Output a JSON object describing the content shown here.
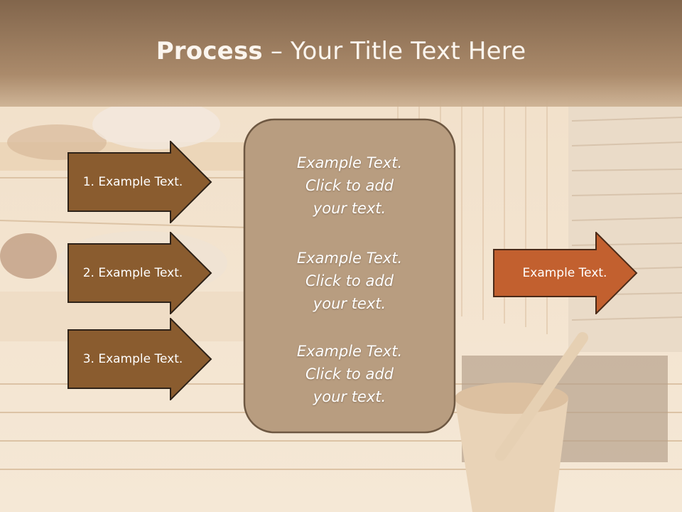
{
  "slide": {
    "title_bold": "Process",
    "title_rest": " – Your Title Text Here"
  },
  "left_steps": [
    "1. Example Text.",
    "2. Example Text.",
    "3. Example Text."
  ],
  "center_panel": {
    "blocks": [
      [
        "Example Text.",
        "Click  to add",
        "your text."
      ],
      [
        "Example Text.",
        "Click  to add",
        "your text."
      ],
      [
        "Example Text.",
        "Click  to add",
        "your text."
      ]
    ]
  },
  "result": {
    "label": "Example Text."
  },
  "colors": {
    "header_band": "#8a6a4e",
    "step_arrow_fill": "#8a5c2f",
    "result_arrow_fill": "#c2602f",
    "panel_fill": "#b89d80",
    "panel_stroke": "#6e5842"
  }
}
